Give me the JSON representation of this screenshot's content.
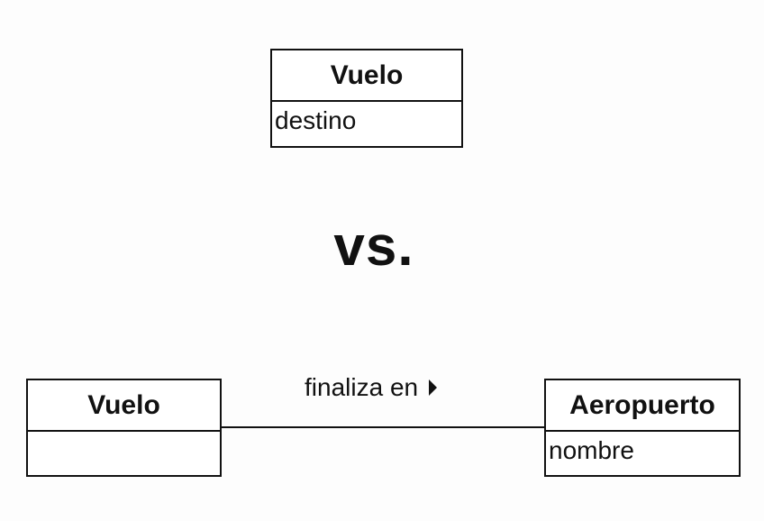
{
  "top_class": {
    "name": "Vuelo",
    "attributes": [
      "destino"
    ]
  },
  "separator": "vs.",
  "bottom_diagram": {
    "left_class": {
      "name": "Vuelo",
      "attributes": []
    },
    "right_class": {
      "name": "Aeropuerto",
      "attributes": [
        "nombre"
      ]
    },
    "association": {
      "label": "finaliza en",
      "direction_icon": "right-triangle-icon"
    }
  },
  "colors": {
    "stroke": "#111111",
    "background": "#fdfdfd"
  }
}
